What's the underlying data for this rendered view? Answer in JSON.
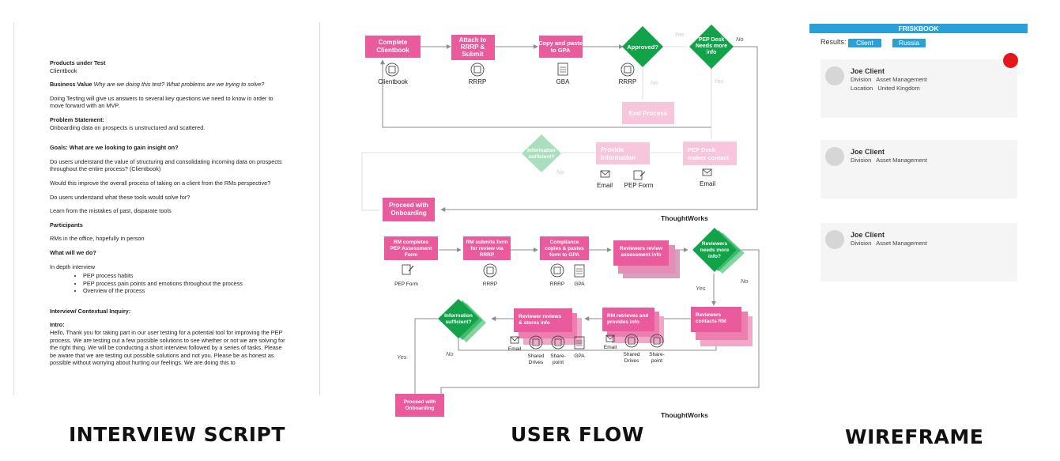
{
  "script": {
    "products_heading": "Products under Test",
    "products_value": "Clientbook",
    "business_value_label": "Business Value",
    "business_value_question": "Why are we doing this test? What problems are we trying to solve?",
    "business_value_body": "Doing Testing will give us answers to several key questions we need to know in order to move forward with an MVP.",
    "problem_heading": "Problem Statement:",
    "problem_body": "Onboarding  data on prospects is unstructured and scattered.",
    "goals_heading": "Goals: What are we looking to gain insight on?",
    "goals": [
      "Do users understand the value of structuring and consolidating incoming data on prospects throughout the entire process?  (Clientbook)",
      "Would this improve the overall process of taking on a client from the RMs perspective?",
      "Do users understand what these tools would solve for?",
      "Learn from the mistakes of past, disparate tools"
    ],
    "participants_heading": "Participants",
    "participants_body": "RMs in the office, hopefully in person",
    "what_heading": "What will we do?",
    "what_intro": "In depth interview",
    "what_bullets": [
      "PEP process habits",
      "PEP process pain points and emotions throughout the process",
      "Overview of the process"
    ],
    "inquiry_heading": "Interview/ Contextual Inquiry:",
    "intro_heading": "Intro:",
    "intro_body": " Hello, Thank you for taking part in our user testing for a potential tool for improving the PEP process. We are testing out a few possible solutions to see whether or not we are solving for the right thing. We will be conducting a short interview followed by a series of tasks. Please be aware that we are testing out possible solutions and not you. Please be as honest as possible without worrying about hurting our feelings. We are doing this to"
  },
  "captions": {
    "script": "INTERVIEW SCRIPT",
    "flow": "USER FLOW",
    "wireframe": "WIREFRAME"
  },
  "flow": {
    "colors": {
      "pink": "#ea5b9e",
      "pink_faded": "#f7c6dc",
      "green": "#12a34a",
      "green_faded": "#a9dfbf",
      "line": "#8c8c8c"
    },
    "top": {
      "complete": [
        "Complete",
        "Clientbook"
      ],
      "attach": [
        "Attach to",
        "RRRP &",
        "Submit"
      ],
      "copy": [
        "Copy and paste",
        "to GPA"
      ],
      "approved": "Approved?",
      "pep_desk": [
        "PEP Desk",
        "Needs more",
        "info"
      ],
      "end": "End Process",
      "provide": [
        "Provide",
        "information"
      ],
      "pep_contact": [
        "PEP Desk",
        "makes contact"
      ],
      "info_sufficient": [
        "Information",
        "sufficient?"
      ],
      "proceed": [
        "Proceed with",
        "Onboarding"
      ],
      "lbl_clientbook": "Clientbook",
      "lbl_rrrp1": "RRRP",
      "lbl_gba": "GBA",
      "lbl_rrrp2": "RRRP",
      "lbl_email1": "Email",
      "lbl_pepform": "PEP Form",
      "lbl_email2": "Email",
      "yes": "Yes",
      "no": "No",
      "no2": "No",
      "yes2": "Yes",
      "no3": "No",
      "brand": "ThoughtWorks"
    },
    "bottom": {
      "rm_completes": [
        "RM completes",
        "PEP Assessment",
        "Form"
      ],
      "rm_submits": [
        "RM submits form",
        "for review via",
        "RRRP"
      ],
      "compliance": [
        "Compliance",
        "copies & pastes",
        "form to GPA"
      ],
      "reviewers_review": [
        "Reviewers review",
        "assessment info"
      ],
      "reviewers_needs": [
        "Reviewers",
        "needs more",
        "info?"
      ],
      "reviewers_contact": [
        "Reviewers",
        "contacts RM"
      ],
      "rm_retrieves": [
        "RM retrieves and",
        "provides info"
      ],
      "reviewer_stores": [
        "Reviewer reviews",
        "& stores info"
      ],
      "info_sufficient": [
        "Information",
        "sufficient?"
      ],
      "proceed": [
        "Proceed with",
        "Onboarding"
      ],
      "lbl_pepform": "PEP Form",
      "lbl_rrrp1": "RRRP",
      "lbl_rrrp2": "RRRP",
      "lbl_gpa1": "GPA",
      "lbl_email_a": "Email",
      "lbl_shared_a": [
        "Shared",
        "Drives"
      ],
      "lbl_share_a": [
        "Share-",
        "point"
      ],
      "lbl_gpa2": "GPA",
      "lbl_email_b": "Email",
      "lbl_shared_b": [
        "Shared",
        "Drives"
      ],
      "lbl_share_b": [
        "Share-",
        "point"
      ],
      "no_right": "No",
      "yes_mid": "Yes",
      "yes_left": "Yes",
      "no_mid": "No",
      "brand": "ThoughtWorks"
    }
  },
  "wireframe": {
    "title": "FRISKBOOK",
    "results_label": "Results:",
    "chips": [
      "Client",
      "Russia"
    ],
    "cards": [
      {
        "name": "Joe Client",
        "rows": [
          [
            "Division",
            "Asset Management"
          ],
          [
            "Location",
            "United Kingdom"
          ]
        ]
      },
      {
        "name": "Joe Client",
        "rows": [
          [
            "Division",
            "Asset Management"
          ]
        ]
      },
      {
        "name": "Joe Client",
        "rows": [
          [
            "Division",
            "Asset Management"
          ]
        ]
      }
    ]
  }
}
